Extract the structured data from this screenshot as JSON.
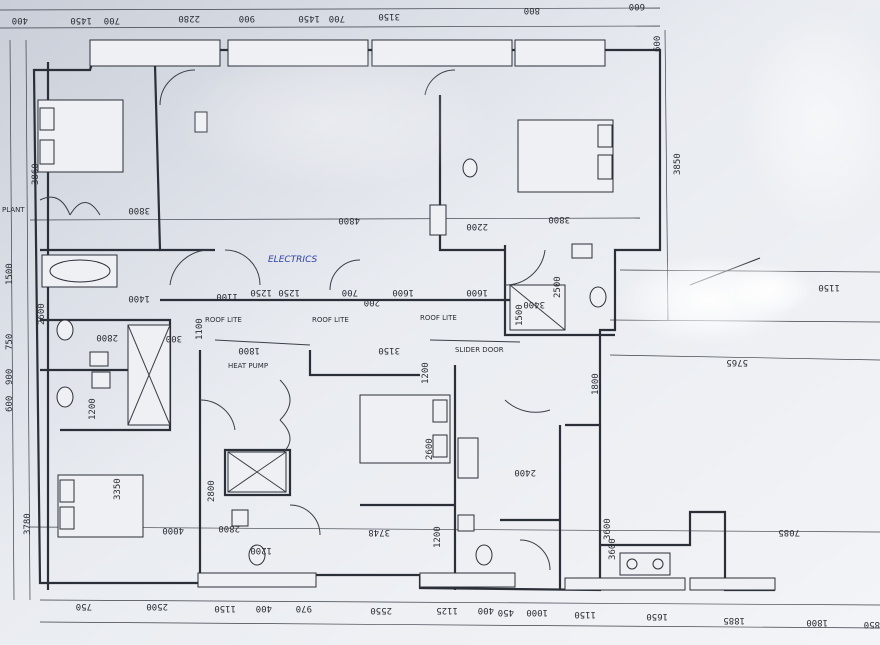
{
  "colors": {
    "paper": "#dfe3ea",
    "ink": "#2b2f38",
    "pen_blue": "#2b3fa8",
    "glare": "#ffffff"
  },
  "top_dims": [
    "400",
    "1450",
    "700",
    "2280",
    "900",
    "1450",
    "700",
    "3150",
    "800",
    "600"
  ],
  "bottom_dims": [
    "750",
    "2500",
    "1150",
    "400",
    "970",
    "2550",
    "1125",
    "400",
    "450",
    "1000",
    "1150",
    "1650",
    "1885",
    "1800",
    "850"
  ],
  "left_dims": [
    "1500",
    "750",
    "900",
    "600",
    "3780",
    "3860"
  ],
  "right_dims": [
    "3850",
    "3600",
    "1800",
    "600"
  ],
  "interior_dims": [
    "3800",
    "4800",
    "3800",
    "1400",
    "2600",
    "2800",
    "1200",
    "1800",
    "1100",
    "2800",
    "3350",
    "4000",
    "2800",
    "1200",
    "3748",
    "1200",
    "3600",
    "3400",
    "2600",
    "2400",
    "1600",
    "1250",
    "700",
    "200",
    "1600",
    "1250",
    "1500",
    "1100",
    "1200",
    "1150",
    "5765",
    "7085",
    "3150",
    "2200",
    "2500",
    "300"
  ],
  "labels": {
    "electric": "ELECTRICS",
    "heat_pump": "HEAT PUMP",
    "roof_lite_a": "ROOF LITE",
    "roof_lite_b": "ROOF LITE",
    "roof_lite_c": "ROOF LITE",
    "slider_door": "SLIDER DOOR",
    "plant": "PLANT"
  },
  "icons": [
    "bath-icon",
    "shower-icon",
    "toilet-icon",
    "basin-icon",
    "bed-icon",
    "door-swing-icon",
    "kitchen-sink-icon",
    "glare-reflection"
  ]
}
